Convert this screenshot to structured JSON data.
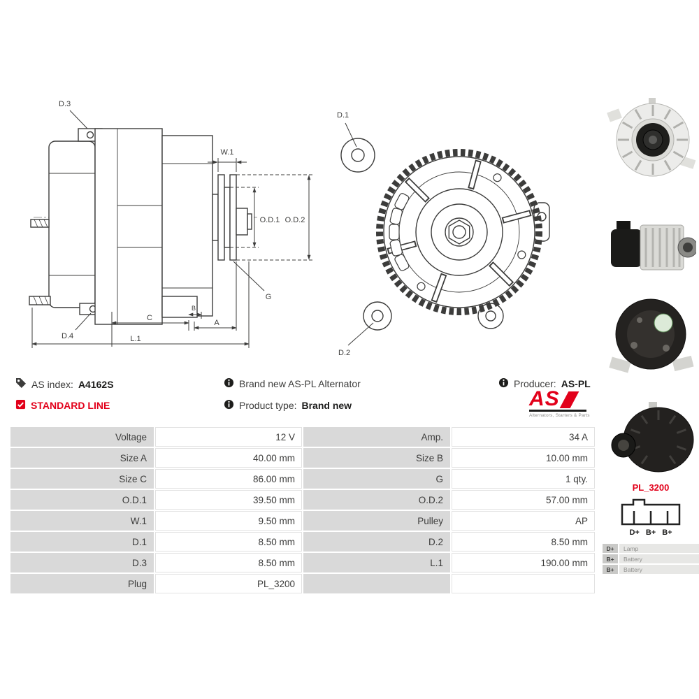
{
  "info": {
    "as_index_label": "AS index:",
    "as_index_value": "A4162S",
    "standard_line": "STANDARD LINE",
    "brand_new": "Brand new AS-PL Alternator",
    "product_type_label": "Product type:",
    "product_type_value": "Brand new",
    "producer_label": "Producer:",
    "producer_value": "AS-PL"
  },
  "logo": {
    "text": "AS",
    "tagline": "Alternators, Starters & Parts"
  },
  "diagram": {
    "side": {
      "d3": "D.3",
      "d4": "D.4",
      "w1": "W.1",
      "od1": "O.D.1",
      "od2": "O.D.2",
      "g": "G",
      "c": "C",
      "b": "B",
      "a": "A",
      "l1": "L.1"
    },
    "front": {
      "d1": "D.1",
      "d2": "D.2"
    }
  },
  "spec_table": {
    "rows": [
      {
        "label1": "Voltage",
        "value1": "12 V",
        "label2": "Amp.",
        "value2": "34 A"
      },
      {
        "label1": "Size A",
        "value1": "40.00 mm",
        "label2": "Size B",
        "value2": "10.00 mm"
      },
      {
        "label1": "Size C",
        "value1": "86.00 mm",
        "label2": "G",
        "value2": "1 qty."
      },
      {
        "label1": "O.D.1",
        "value1": "39.50 mm",
        "label2": "O.D.2",
        "value2": "57.00 mm"
      },
      {
        "label1": "W.1",
        "value1": "9.50 mm",
        "label2": "Pulley",
        "value2": "AP"
      },
      {
        "label1": "D.1",
        "value1": "8.50 mm",
        "label2": "D.2",
        "value2": "8.50 mm"
      },
      {
        "label1": "D.3",
        "value1": "8.50 mm",
        "label2": "L.1",
        "value2": "190.00 mm"
      },
      {
        "label1": "Plug",
        "value1": "PL_3200",
        "label2": "",
        "value2": ""
      }
    ]
  },
  "plug": {
    "name": "PL_3200",
    "terminals": [
      "D+",
      "B+",
      "B+"
    ],
    "pins": [
      {
        "pin": "D+",
        "desc": "Lamp"
      },
      {
        "pin": "B+",
        "desc": "Battery"
      },
      {
        "pin": "B+",
        "desc": "Battery"
      }
    ]
  },
  "colors": {
    "accent_red": "#e2001a",
    "table_label_bg": "#d9d9d9",
    "table_value_bg": "#ffffff",
    "line_color": "#3c3c3b"
  }
}
